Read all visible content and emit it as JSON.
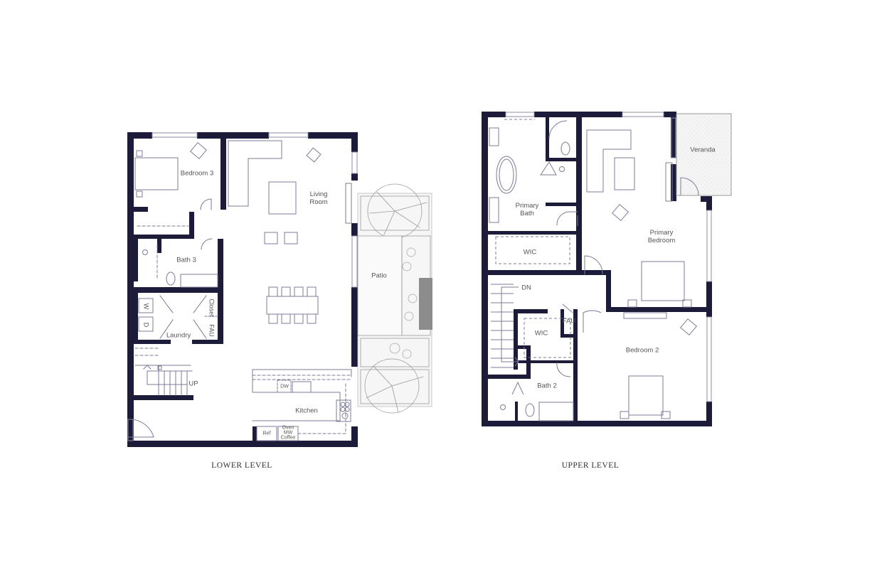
{
  "colors": {
    "wall": "#1d1b3a",
    "fixture": "#7b7b9a",
    "text": "#555555",
    "planter": "#8c8c8c",
    "veranda_fill": "#f3f3f3"
  },
  "lower_level": {
    "title": "LOWER LEVEL",
    "rooms": {
      "bedroom3": "Bedroom 3",
      "living_room": "Living\nRoom",
      "bath3": "Bath 3",
      "closet": "Closet",
      "fau": "FAU",
      "laundry": "Laundry",
      "washer": "W",
      "dryer": "D",
      "stairs_up": "UP",
      "kitchen": "Kitchen",
      "dishwasher": "DW",
      "ref": "Ref",
      "oven_stack": "Oven\nMW\nCoffee",
      "patio": "Patio"
    }
  },
  "upper_level": {
    "title": "UPPER LEVEL",
    "rooms": {
      "primary_bath": "Primary\nBath",
      "wic_primary": "WIC",
      "primary_bedroom": "Primary\nBedroom",
      "veranda": "Veranda",
      "stairs_down": "DN",
      "wic2": "WIC",
      "fau": "FAU",
      "bath2": "Bath 2",
      "bedroom2": "Bedroom 2"
    }
  }
}
